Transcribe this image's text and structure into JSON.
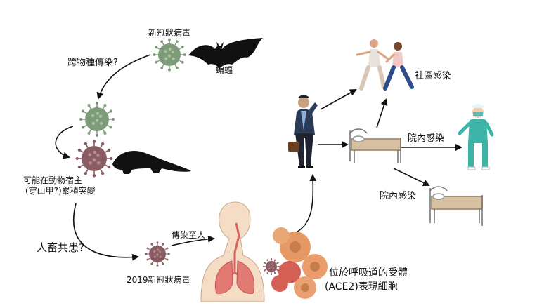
{
  "labels": {
    "new_coronavirus": "新冠狀病毒",
    "bat": "蝙蝠",
    "cross_species": "跨物種傳染?",
    "animal_host_line1": "可能在動物宿主",
    "animal_host_line2": "(穿山甲?)累積突變",
    "zoonosis": "人畜共患?",
    "virus_2019": "2019新冠狀病毒",
    "transmit_human": "傳染至人",
    "receptor_line1": "位於呼吸道的受體",
    "receptor_line2": "(ACE2)表現細胞",
    "community": "社區感染",
    "hospital_1": "院內感染",
    "hospital_2": "院內感染"
  },
  "colors": {
    "virus_green": "#7d9b78",
    "virus_green_light": "#a9c3a0",
    "virus_mauve": "#8a5d64",
    "virus_mauve_light": "#b58a8d",
    "cell_orange": "#e59a66",
    "cell_core": "#b8743f",
    "lung_red": "#d96262",
    "skin": "#f4ddc4",
    "arrow": "#111111"
  },
  "icons": [
    "virus-icon",
    "bat-silhouette",
    "pangolin-silhouette",
    "human-torso-icon",
    "cells-icon",
    "businessman-icon",
    "walking-couple-icon",
    "hospital-bed-icon",
    "nurse-icon"
  ]
}
